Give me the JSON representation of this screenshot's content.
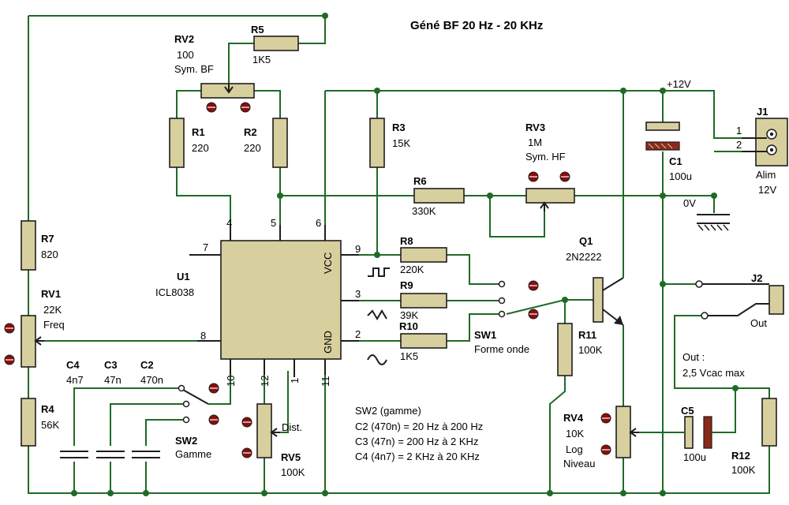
{
  "title": "Géné BF 20 Hz - 20 KHz",
  "supply": {
    "vplus": "+12V",
    "zero": "0V"
  },
  "components": {
    "RV2": {
      "ref": "RV2",
      "value": "100",
      "desc": "Sym. BF"
    },
    "R5": {
      "ref": "R5",
      "value": "1K5"
    },
    "R1": {
      "ref": "R1",
      "value": "220"
    },
    "R2": {
      "ref": "R2",
      "value": "220"
    },
    "R3": {
      "ref": "R3",
      "value": "15K"
    },
    "RV3": {
      "ref": "RV3",
      "value": "1M",
      "desc": "Sym. HF"
    },
    "R6": {
      "ref": "R6",
      "value": "330K"
    },
    "C1": {
      "ref": "C1",
      "value": "100u"
    },
    "J1": {
      "ref": "J1",
      "pin1": "1",
      "pin2": "2",
      "desc1": "Alim",
      "desc2": "12V"
    },
    "R7": {
      "ref": "R7",
      "value": "820"
    },
    "RV1": {
      "ref": "RV1",
      "value": "22K",
      "desc": "Freq"
    },
    "U1": {
      "ref": "U1",
      "value": "ICL8038",
      "vcc": "VCC",
      "gnd": "GND"
    },
    "R8": {
      "ref": "R8",
      "value": "220K"
    },
    "R9": {
      "ref": "R9",
      "value": "39K"
    },
    "R10": {
      "ref": "R10",
      "value": "1K5"
    },
    "Q1": {
      "ref": "Q1",
      "value": "2N2222"
    },
    "J2": {
      "ref": "J2",
      "desc": "Out"
    },
    "SW1": {
      "ref": "SW1",
      "desc": "Forme onde"
    },
    "R11": {
      "ref": "R11",
      "value": "100K"
    },
    "C4": {
      "ref": "C4",
      "value": "4n7"
    },
    "C3": {
      "ref": "C3",
      "value": "47n"
    },
    "C2": {
      "ref": "C2",
      "value": "470n"
    },
    "R4": {
      "ref": "R4",
      "value": "56K"
    },
    "SW2": {
      "ref": "SW2",
      "desc": "Gamme"
    },
    "RV5": {
      "ref": "RV5",
      "value": "100K",
      "desc": "Dist."
    },
    "RV4": {
      "ref": "RV4",
      "value": "10K",
      "desc1": "Log",
      "desc2": "Niveau"
    },
    "C5": {
      "ref": "C5",
      "value": "100u"
    },
    "R12": {
      "ref": "R12",
      "value": "100K"
    }
  },
  "pins": {
    "p4": "4",
    "p5": "5",
    "p6": "6",
    "p7": "7",
    "p8": "8",
    "p9": "9",
    "p3": "3",
    "p2": "2",
    "p10": "10",
    "p12": "12",
    "p1": "1",
    "p11": "11"
  },
  "out_note": {
    "line1": "Out :",
    "line2": "2,5 Vcac max"
  },
  "gamme_note": {
    "heading": "SW2 (gamme)",
    "lines": [
      "C2 (470n) = 20 Hz à 200 Hz",
      "C3 (47n) = 200 Hz à 2 KHz",
      "C4 (4n7) = 2 KHz à 20 KHz"
    ]
  },
  "colors": {
    "wire": "#1e6b26",
    "body": "#d8cf9f",
    "pin": "#8b0d0d"
  }
}
